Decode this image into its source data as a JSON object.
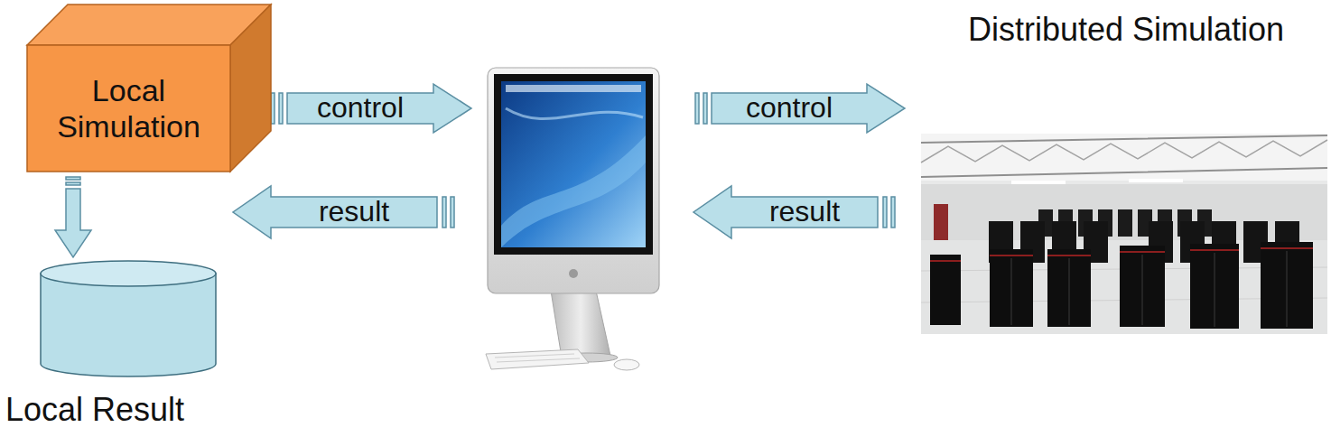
{
  "diagram": {
    "nodes": [
      {
        "text": [
          "Local Simulation"
        ]
      },
      {
        "text": [
          "Local Result"
        ]
      },
      {
        "text": [
          "Distributed Simulation"
        ]
      }
    ],
    "edges": [
      {
        "from": 0,
        "to": 1,
        "arrow": "to"
      }
    ],
    "labels": [
      "control",
      "result",
      "control",
      "result"
    ]
  }
}
